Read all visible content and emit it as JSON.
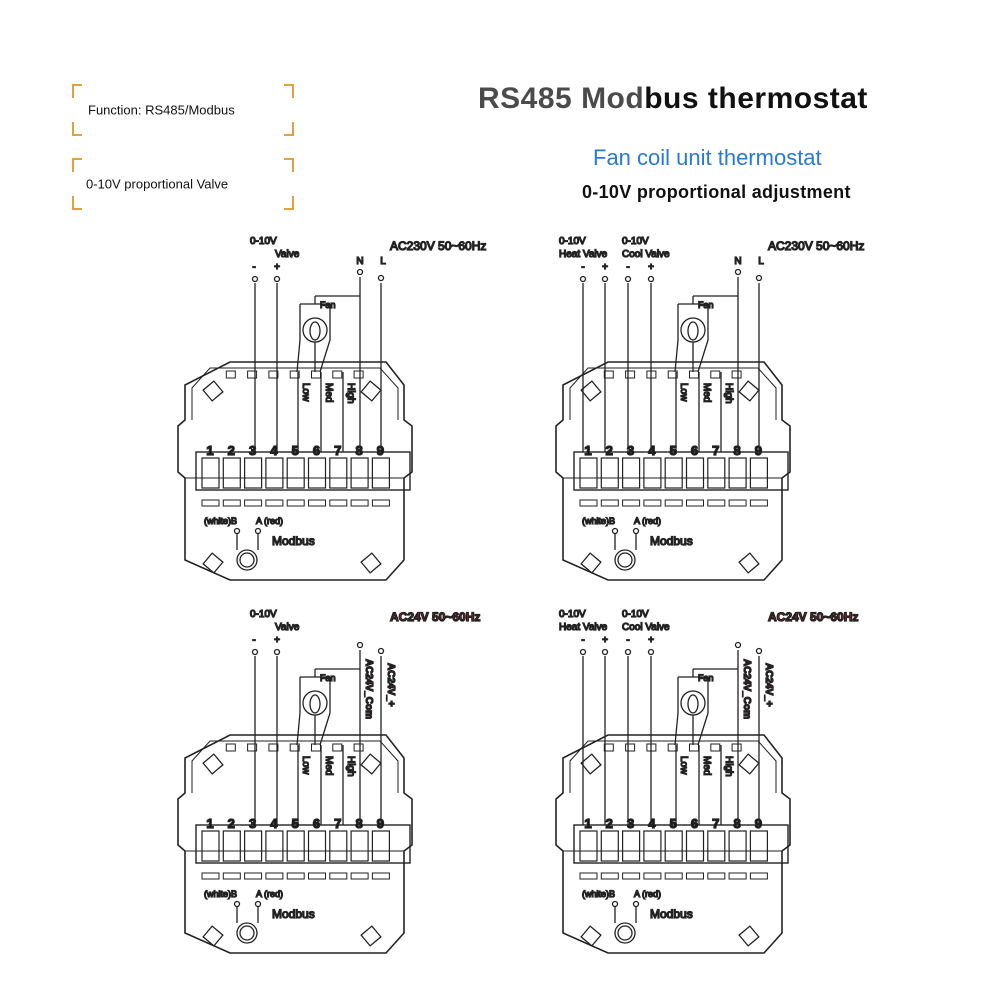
{
  "function_boxes": [
    {
      "label": "Function:  RS485/Modbus"
    },
    {
      "label": "0-10V  proportional Valve"
    }
  ],
  "title_part1": "RS485 Mod",
  "title_part2": "bus thermostat",
  "subtitle": "Fan coil unit thermostat",
  "subtitle2": "0-10V proportional adjustment",
  "accent_color": "#2979d6",
  "red_color": "#e0202a",
  "diagrams": [
    {
      "supply": "AC230V 50~60Hz",
      "supply_red": false,
      "dual_valve": false,
      "valve_top": "0-10V",
      "valve_label": "Valve",
      "power_labels": [
        "N",
        "L"
      ]
    },
    {
      "supply": "AC230V 50~60Hz",
      "supply_red": false,
      "dual_valve": true,
      "heat_top": "0-10V",
      "heat_label": "Heat Valve",
      "cool_top": "0-10V",
      "cool_label": "Cool Valve",
      "power_labels": [
        "N",
        "L"
      ]
    },
    {
      "supply": "AC24V 50~60Hz",
      "supply_red": true,
      "dual_valve": false,
      "valve_top": "0-10V",
      "valve_label": "Valve",
      "power_labels": [
        "AC24V_Com",
        "AC24V_+"
      ]
    },
    {
      "supply": "AC24V 50~60Hz",
      "supply_red": true,
      "dual_valve": true,
      "heat_top": "0-10V",
      "heat_label": "Heat Valve",
      "cool_top": "0-10V",
      "cool_label": "Cool Valve",
      "power_labels": [
        "AC24V_Com",
        "AC24V_+"
      ]
    }
  ],
  "common": {
    "terminals": [
      "1",
      "2",
      "3",
      "4",
      "5",
      "6",
      "7",
      "8",
      "9"
    ],
    "fan": "Fan",
    "speeds": [
      "Low",
      "Med",
      "High"
    ],
    "minus": "-",
    "plus": "+",
    "rs485_b": "(white)B",
    "rs485_a": "A (red)",
    "modbus": "Modbus"
  }
}
